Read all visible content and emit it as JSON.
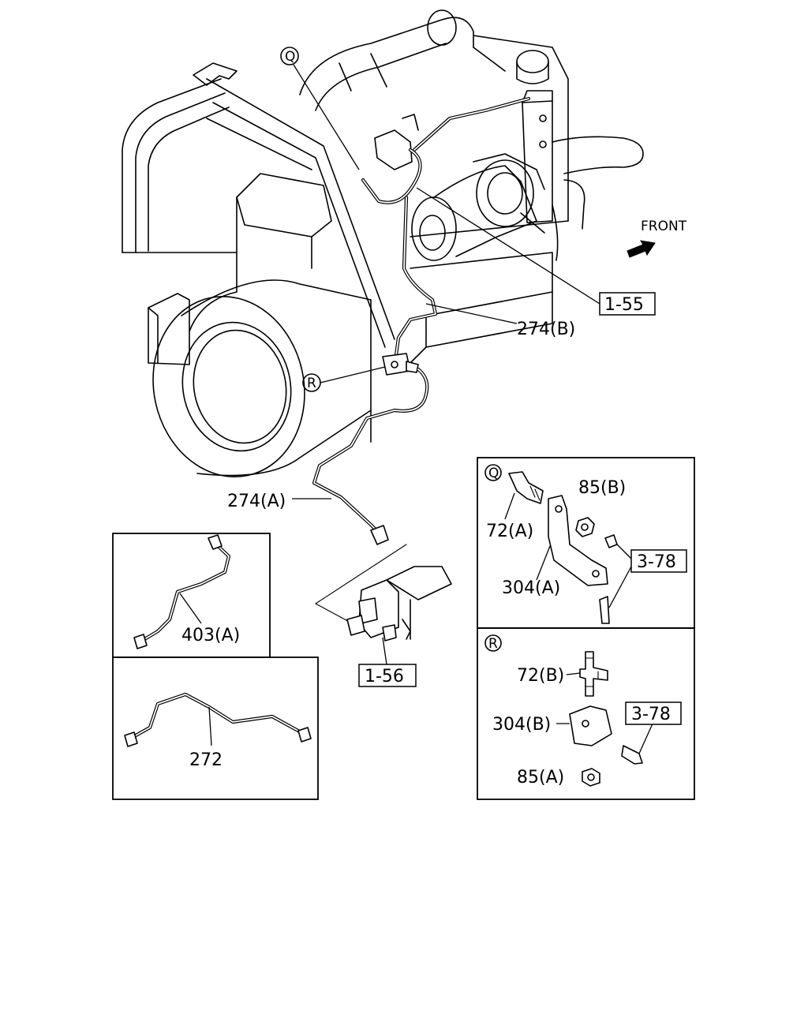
{
  "orientation": {
    "label": "FRONT",
    "arrow_icon": "arrow-icon"
  },
  "callouts": {
    "main": {
      "ref_1_55": "1-55",
      "ref_274_b": "274(B)",
      "ref_r": "R",
      "ref_q": "Q",
      "ref_274_a": "274(A)",
      "ref_1_56": "1-56"
    },
    "panel_q": {
      "marker": "Q",
      "ref_85_b": "85(B)",
      "ref_72_a": "72(A)",
      "ref_3_78": "3-78",
      "ref_304_a": "304(A)"
    },
    "panel_r": {
      "marker": "R",
      "ref_72_b": "72(B)",
      "ref_3_78": "3-78",
      "ref_304_b": "304(B)",
      "ref_85_a": "85(A)"
    },
    "panel_403": {
      "ref_403_a": "403(A)"
    },
    "panel_272": {
      "ref_272": "272"
    }
  }
}
